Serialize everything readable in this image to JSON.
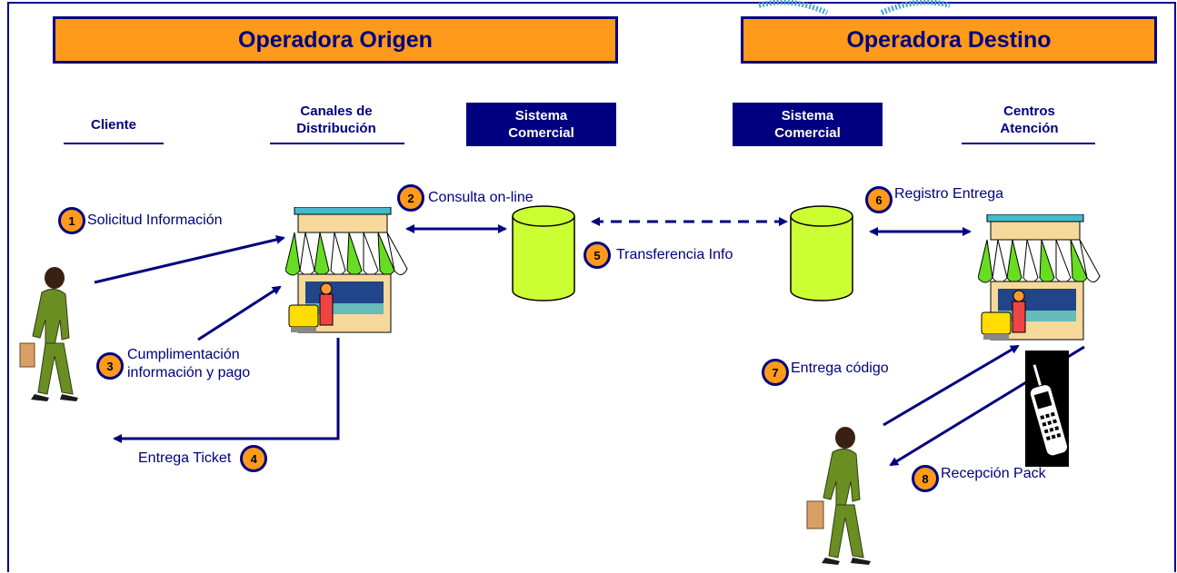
{
  "headers": {
    "origin": "Operadora Origen",
    "destination": "Operadora Destino"
  },
  "columns": {
    "cliente": "Cliente",
    "canales_line1": "Canales de",
    "canales_line2": "Distribución",
    "sistema_origen_line1": "Sistema",
    "sistema_origen_line2": "Comercial",
    "sistema_destino_line1": "Sistema",
    "sistema_destino_line2": "Comercial",
    "centros_line1": "Centros",
    "centros_line2": "Atención"
  },
  "steps": [
    {
      "num": "1",
      "label": "Solicitud Información"
    },
    {
      "num": "2",
      "label": "Consulta on-line"
    },
    {
      "num": "3",
      "label_line1": "Cumplimentación",
      "label_line2": "información y pago"
    },
    {
      "num": "4",
      "label": "Entrega Ticket"
    },
    {
      "num": "5",
      "label": "Transferencia Info"
    },
    {
      "num": "6",
      "label": "Registro Entrega"
    },
    {
      "num": "7",
      "label": "Entrega código"
    },
    {
      "num": "8",
      "label": "Recepción Pack"
    }
  ],
  "colors": {
    "navy": "#000080",
    "orange": "#ff9a1a",
    "database": "#ccff33",
    "awning_green": "#66dd22"
  }
}
